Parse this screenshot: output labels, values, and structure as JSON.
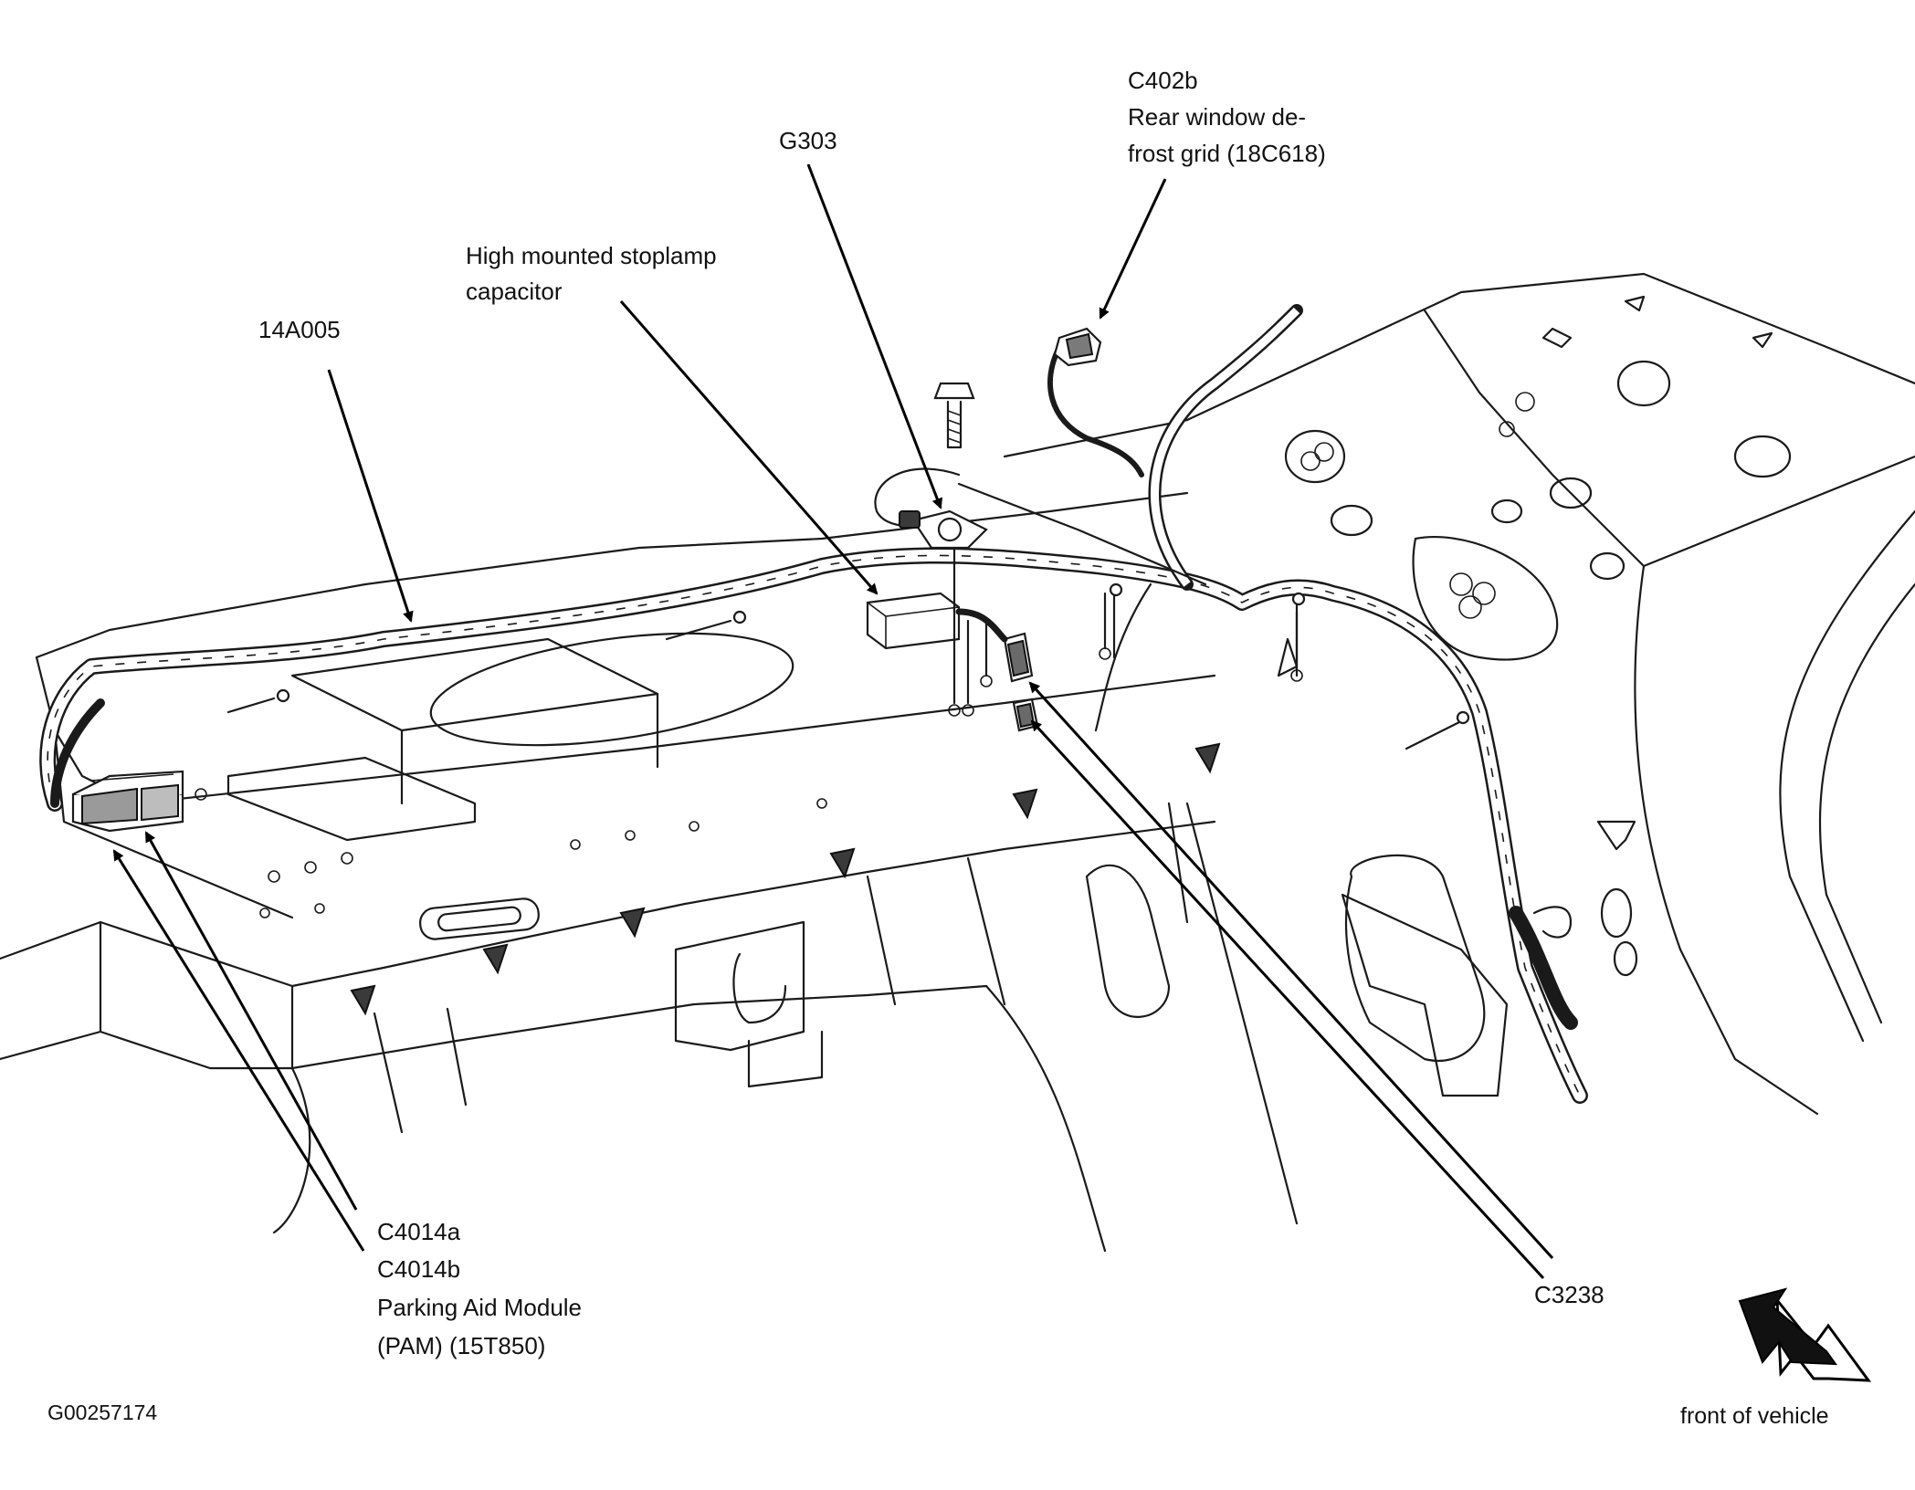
{
  "labels": {
    "c402b": "C402b",
    "rear_window_line1": "Rear window de-",
    "rear_window_line2": "frost grid (18C618)",
    "g303": "G303",
    "hmsl_line1": "High mounted stoplamp",
    "hmsl_line2": "capacitor",
    "harness": "14A005",
    "c4014a": "C4014a",
    "c4014b": "C4014b",
    "pam_line1": "Parking Aid Module",
    "pam_line2": "(PAM) (15T850)",
    "c3238": "C3238",
    "front_of_vehicle": "front of vehicle",
    "figure_id": "G00257174"
  },
  "icons": {
    "direction_arrow": "front-of-vehicle-arrow-icon"
  }
}
